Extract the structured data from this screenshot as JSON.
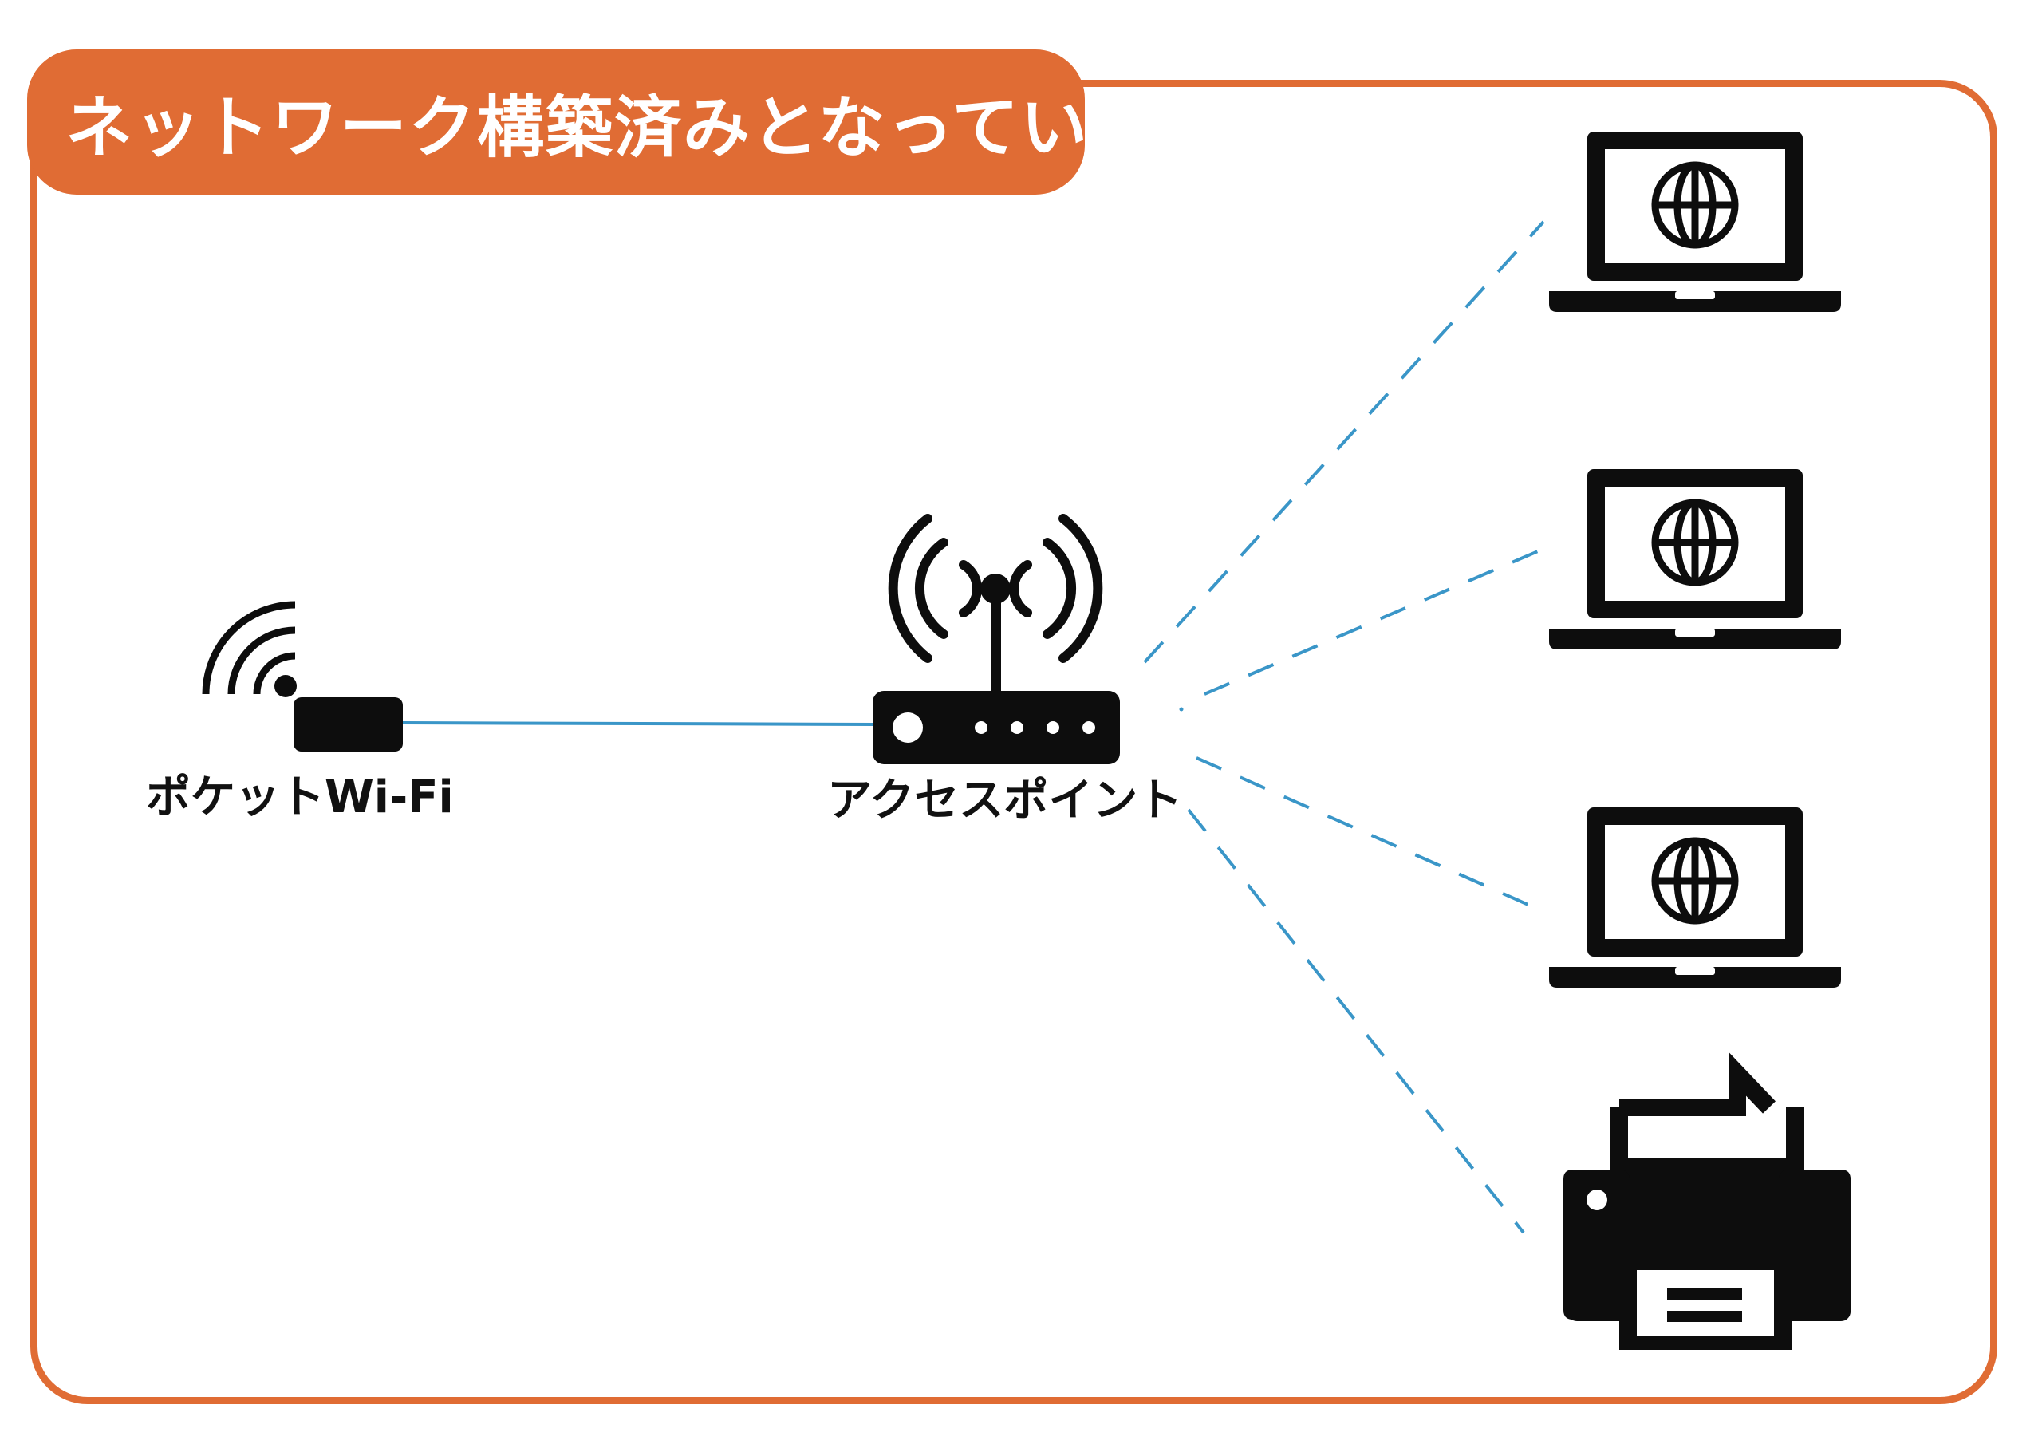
{
  "title": "ネットワーク構築済みとなっています",
  "nodes": {
    "pocket_wifi": {
      "label": "ポケットWi-Fi"
    },
    "access_point": {
      "label": "アクセスポイント"
    }
  },
  "icons": {
    "pocket_wifi": "wifi-router-icon",
    "access_point": "access-point-icon",
    "laptops": [
      "laptop-globe-icon",
      "laptop-globe-icon",
      "laptop-globe-icon"
    ],
    "printer": "printer-icon"
  },
  "colors": {
    "accent": "#e06c34",
    "link": "#3a96c8",
    "icon": "#0d0d0d",
    "title_text": "#ffffff"
  }
}
